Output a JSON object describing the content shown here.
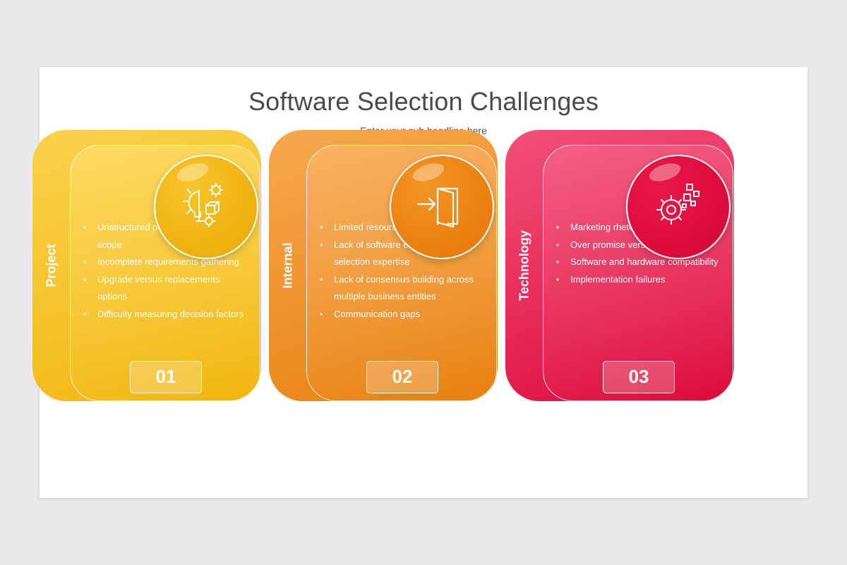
{
  "title": "Software Selection Challenges",
  "subtitle": "Enter your sub headline here",
  "cards": [
    {
      "label": "Project",
      "number": "01",
      "icon": "idea-gear-icon",
      "color": "#f1b60f",
      "bullets": [
        "Unstructured project plan and unclear scope",
        "Incomplete requirements gathering",
        "Upgrade versus replacements options",
        "Difficulty measuring decision factors"
      ]
    },
    {
      "label": "Internal",
      "number": "02",
      "icon": "door-enter-icon",
      "color": "#e8800f",
      "bullets": [
        "Limited resources and schedules",
        "Lack of software evaluation and selection expertise",
        "Lack of consensus building across multiple business entities",
        "Communication gaps"
      ]
    },
    {
      "label": "Technology",
      "number": "03",
      "icon": "digital-gear-icon",
      "color": "#dc0b3b",
      "bullets": [
        "Marketing rhetoric versus fact",
        "Over promise versus under deliver",
        "Software and hardware compatibility",
        "Implementation failures"
      ]
    }
  ]
}
